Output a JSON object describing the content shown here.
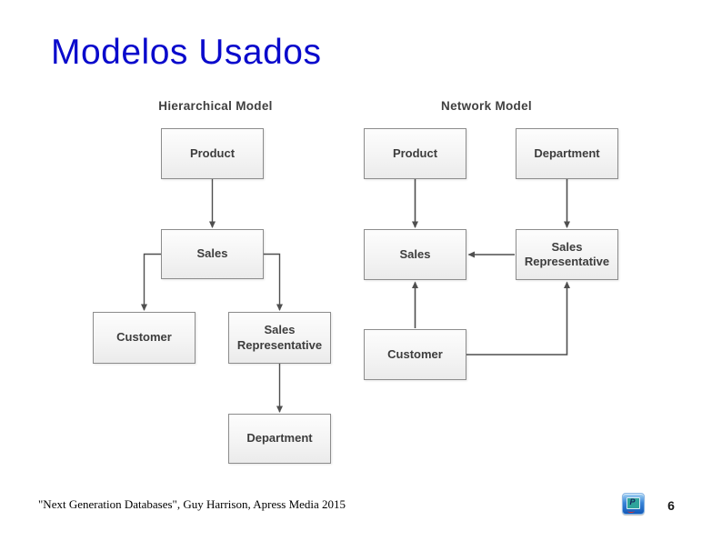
{
  "page": {
    "title": "Modelos Usados",
    "citation": "\"Next Generation Databases\", Guy Harrison, Apress Media 2015",
    "page_number": "6"
  },
  "logo": {
    "glyph": "P"
  },
  "colors": {
    "title_blue": "#0a0acc",
    "connector_gray": "#4f4f4f",
    "node_border": "#8c8c8c",
    "node_text": "#3d3d3d",
    "diagram_label_text": "#404040",
    "logo_blue": "#2e7dd2",
    "logo_teal": "#2fa49b"
  },
  "diagrams": [
    {
      "label": "Hierarchical Model",
      "nodes": [
        {
          "id": "product",
          "label": "Product"
        },
        {
          "id": "sales",
          "label": "Sales"
        },
        {
          "id": "customer",
          "label": "Customer"
        },
        {
          "id": "sales_representative",
          "label": "Sales Representative"
        },
        {
          "id": "department",
          "label": "Department"
        }
      ],
      "edges": [
        {
          "from": "Product",
          "to": "Sales",
          "direction": "down"
        },
        {
          "from": "Sales",
          "to": "Customer",
          "direction": "left-down"
        },
        {
          "from": "Sales",
          "to": "Sales Representative",
          "direction": "right-down"
        },
        {
          "from": "Sales Representative",
          "to": "Department",
          "direction": "down"
        }
      ]
    },
    {
      "label": "Network Model",
      "nodes": [
        {
          "id": "product",
          "label": "Product"
        },
        {
          "id": "department",
          "label": "Department"
        },
        {
          "id": "sales",
          "label": "Sales"
        },
        {
          "id": "sales_representative",
          "label": "Sales Representative"
        },
        {
          "id": "customer",
          "label": "Customer"
        }
      ],
      "edges": [
        {
          "from": "Product",
          "to": "Sales",
          "direction": "down"
        },
        {
          "from": "Department",
          "to": "Sales Representative",
          "direction": "down"
        },
        {
          "from": "Sales Representative",
          "to": "Sales",
          "direction": "left"
        },
        {
          "from": "Customer",
          "to": "Sales",
          "direction": "up"
        },
        {
          "from": "Customer",
          "to": "Sales Representative",
          "direction": "right-up"
        }
      ]
    }
  ]
}
